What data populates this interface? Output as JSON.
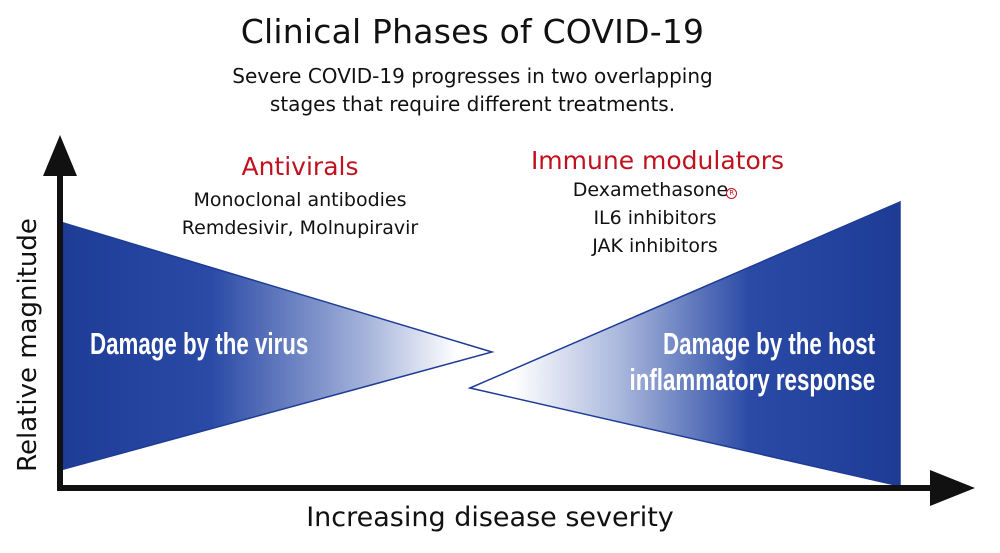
{
  "title": "Clinical Phases of COVID-19",
  "subtitle_lines": [
    "Severe COVID-19 progresses in two overlapping",
    "stages that require different treatments."
  ],
  "antivirals": {
    "heading": "Antivirals",
    "items": [
      "Monoclonal antibodies",
      "Remdesivir, Molnupiravir"
    ]
  },
  "immune_modulators": {
    "heading": "Immune modulators",
    "items": [
      "Dexamethasone",
      "IL6 inhibitors",
      "JAK inhibitors"
    ],
    "registered_mark": "R"
  },
  "axes": {
    "y_label": "Relative magnitude",
    "x_label": "Increasing disease severity"
  },
  "wedges": {
    "virus_label": "Damage by the virus",
    "host_label_lines": [
      "Damage by the host",
      "inflammatory response"
    ]
  },
  "colors": {
    "wedge_blue": "#1e3c96",
    "heading_red": "#c0121e",
    "axis": "#111111"
  }
}
